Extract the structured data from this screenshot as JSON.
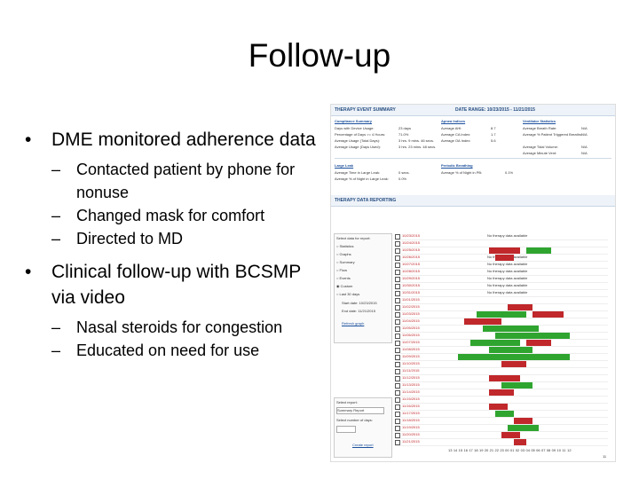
{
  "slide": {
    "title": "Follow-up",
    "bullets": [
      {
        "text": "DME monitored adherence data",
        "subs": [
          "Contacted patient by phone for nonuse",
          "Changed mask for comfort",
          "Directed to MD"
        ]
      },
      {
        "text": "Clinical follow-up with BCSMP via video",
        "subs": [
          "Nasal steroids for congestion",
          "Educated on need for use"
        ]
      }
    ]
  },
  "screenshot": {
    "header_left": "THERAPY EVENT SUMMARY",
    "header_right": "DATE RANGE: 10/23/2015 - 11/21/2015",
    "compliance": {
      "title": "Compliance Summary",
      "rows": [
        {
          "label": "Days with Device Usage:",
          "value": "23 days"
        },
        {
          "label": "Percentage of Days >= 4 Hours:",
          "value": "71.0%"
        },
        {
          "label": "Average Usage (Total Days):",
          "value": "3 hrs. 9 mins. 46 secs."
        },
        {
          "label": "Average Usage (Days Used):",
          "value": "3 hrs. 23 mins. 48 secs."
        }
      ]
    },
    "apnea": {
      "title": "Apnea Indices",
      "rows": [
        {
          "label": "Average AHI:",
          "value": "8.7"
        },
        {
          "label": "Average CA Index:",
          "value": "1.7"
        },
        {
          "label": "Average OA Index:",
          "value": "5.6"
        }
      ]
    },
    "ventilator": {
      "title": "Ventilator Statistics",
      "rows": [
        {
          "label": "Average Breath Rate:",
          "value": "N/A"
        },
        {
          "label": "Average % Patient Triggered Breaths:",
          "value": "N/A"
        },
        {
          "label": "Average Tidal Volume:",
          "value": "N/A"
        },
        {
          "label": "Average Minute Vent:",
          "value": "N/A"
        }
      ]
    },
    "leak": {
      "title": "Large Leak",
      "rows": [
        {
          "label": "Average Time in Large Leak:",
          "value": "0 secs."
        },
        {
          "label": "Average % of Night in Large Leak:",
          "value": "0.0%"
        }
      ]
    },
    "periodic": {
      "title": "Periodic Breathing",
      "rows": [
        {
          "label": "Average % of Night in PB:",
          "value": "0.1%"
        }
      ]
    },
    "data_header": "THERAPY DATA REPORTING",
    "select_title": "Select data for report:",
    "radio_options": [
      "Statistics",
      "Graphs",
      "Summary",
      "Flow",
      "Events",
      "Custom",
      "Last 30 days"
    ],
    "start_date": "Start date: 10/23/2015",
    "end_date": "End date: 11/21/2015",
    "refresh_link": "Refresh graph",
    "report_label": "Select report:",
    "report_value": "Summary Report",
    "days_label": "Select number of days:",
    "create_link": "Create report",
    "no_data_label": "No therapy data available",
    "page_number": "11",
    "dates": [
      "10/23/2015",
      "10/24/2015",
      "10/25/2015",
      "10/26/2015",
      "10/27/2015",
      "10/28/2015",
      "10/29/2015",
      "10/30/2015",
      "10/31/2015",
      "11/01/2015",
      "11/02/2015",
      "11/03/2015",
      "11/04/2015",
      "11/05/2015",
      "11/06/2015",
      "11/07/2015",
      "11/08/2015",
      "11/09/2015",
      "11/10/2015",
      "11/11/2015",
      "11/12/2015",
      "11/13/2015",
      "11/14/2015",
      "11/15/2015",
      "11/16/2015",
      "11/17/2015",
      "11/18/2015",
      "11/19/2015",
      "11/20/2015",
      "11/21/2015"
    ],
    "hours": [
      "13",
      "14",
      "15",
      "16",
      "17",
      "18",
      "19",
      "20",
      "21",
      "22",
      "23",
      "00",
      "01",
      "02",
      "03",
      "04",
      "05",
      "06",
      "07",
      "08",
      "09",
      "10",
      "11",
      "12"
    ],
    "colors": {
      "good": "#2fa52f",
      "bad": "#c0282b",
      "link": "#1a4f9c"
    }
  }
}
